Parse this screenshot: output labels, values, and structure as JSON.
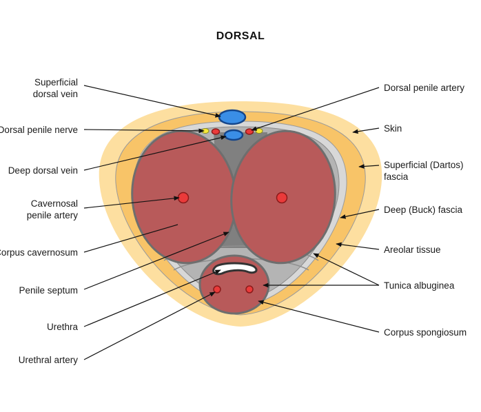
{
  "title": "DORSAL",
  "labels": {
    "superficial_dorsal_vein": [
      "Superficial",
      "dorsal  vein"
    ],
    "dorsal_penile_nerve": "Dorsal penile nerve",
    "deep_dorsal_vein": "Deep dorsal vein",
    "cavernosal_penile_artery": [
      "Cavernosal",
      "penile artery"
    ],
    "corpus_cavernosum": "Corpus cavernosum",
    "penile_septum": "Penile septum",
    "urethra": "Urethra",
    "urethral_artery": "Urethral artery",
    "dorsal_penile_artery": "Dorsal penile artery",
    "skin": "Skin",
    "superficial_dartos_fascia": [
      "Superficial (Dartos)",
      "fascia"
    ],
    "deep_buck_fascia": "Deep (Buck) fascia",
    "areolar_tissue": "Areolar tissue",
    "tunica_albuginea": "Tunica albuginea",
    "corpus_spongiosum": "Corpus spongiosum"
  },
  "colors": {
    "skin_outer": "#FDDFA0",
    "skin_inner": "#F8C468",
    "areolar": "#D8D8D8",
    "tunica": "#B4B4B4",
    "tissue": "#B85A5A",
    "septum": "#808080",
    "vessel_blue": "#3A8EE6",
    "artery_red": "#EA3A3A",
    "nerve_yellow": "#F7E93A"
  }
}
